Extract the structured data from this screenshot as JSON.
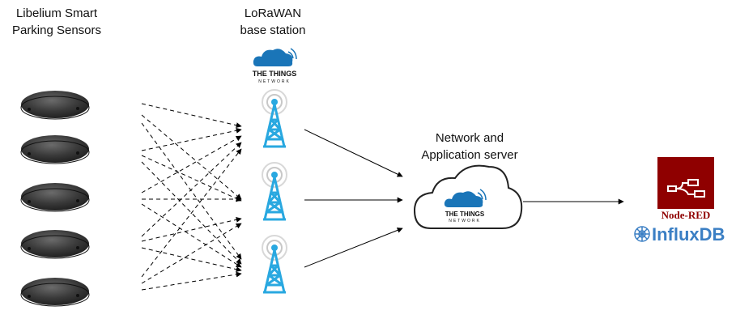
{
  "labels": {
    "sensors": [
      "Libelium Smart",
      "Parking Sensors"
    ],
    "base_station": [
      "LoRaWAN",
      "base station"
    ],
    "server": [
      "Network and",
      "Application server"
    ]
  },
  "logos": {
    "ttn_small": [
      "THE THINGS",
      "NETWORK"
    ],
    "ttn_cloud": [
      "THE THINGS",
      "NETWORK"
    ],
    "node_red": "Node-RED",
    "influxdb": "InfluxDB"
  },
  "colors": {
    "ttn_blue": "#1a75b8",
    "tower_blue": "#29a8e0",
    "node_red": "#8f0000",
    "influx_blue": "#3b7fc4",
    "sensor_dark": "#3a3a3a"
  },
  "nodes": {
    "sensors": [
      "sensor-1",
      "sensor-2",
      "sensor-3",
      "sensor-4",
      "sensor-5"
    ],
    "towers": [
      "tower-1",
      "tower-2",
      "tower-3"
    ]
  }
}
